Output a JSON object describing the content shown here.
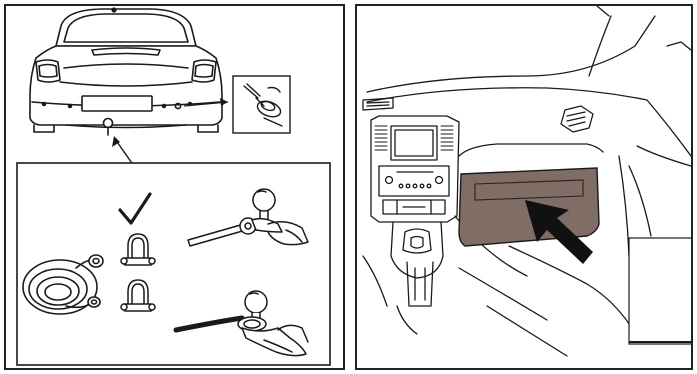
{
  "panels": [
    {
      "name": "left",
      "illustrations": [
        "car-rear-view",
        "towing-eye-location-arrow",
        "tools-icon",
        "checkmark-icon",
        "tow-strap-icon",
        "shackle-icon",
        "shackle-icon",
        "wrench-installing-tow-ball",
        "tow-ball-with-strap"
      ]
    },
    {
      "name": "right",
      "illustrations": [
        "dashboard-interior",
        "glove-box-highlighted",
        "arrow-to-glove-box"
      ]
    }
  ],
  "colors": {
    "line": "#1a1a1a",
    "glove_box_fill": "#7f6d66",
    "frame": "#222222"
  }
}
